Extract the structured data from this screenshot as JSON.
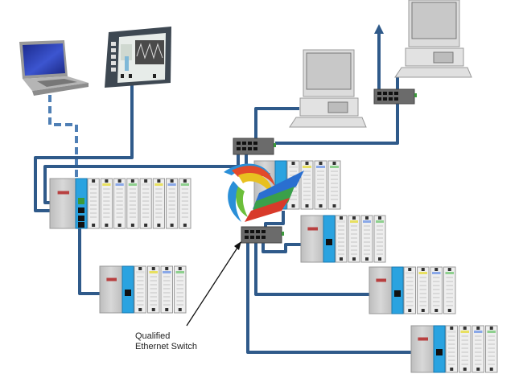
{
  "diagram": {
    "title": "Ethernet network topology of controllers, HMI and PCs",
    "annotation": {
      "line1": "Qualified",
      "line2": "Ethernet Switch"
    },
    "colors": {
      "cable": "#2f5a8a",
      "cable_dashed": "#4f7fb5",
      "rack_gray": "#c9c9c9",
      "module_white": "#eeeeee",
      "controller_blue": "#2aa3e0",
      "switch_gray": "#6b6b6b",
      "pc_gray": "#d4d4d4",
      "screen_blue": "#2c3fa8"
    },
    "nodes": [
      {
        "id": "laptop",
        "label": "Laptop"
      },
      {
        "id": "hmi",
        "label": "HMI Touch Panel"
      },
      {
        "id": "pc-1",
        "label": "Desktop PC"
      },
      {
        "id": "pc-2",
        "label": "Desktop PC"
      },
      {
        "id": "switch-top",
        "label": "Ethernet Switch"
      },
      {
        "id": "switch-right",
        "label": "Ethernet Switch"
      },
      {
        "id": "switch-qualified",
        "label": "Qualified Ethernet Switch"
      },
      {
        "id": "rack-main",
        "label": "Main Controller Rack"
      },
      {
        "id": "rack-center",
        "label": "Controller Rack"
      },
      {
        "id": "rack-io-1",
        "label": "I/O Rack"
      },
      {
        "id": "rack-io-2",
        "label": "I/O Rack"
      },
      {
        "id": "rack-io-3",
        "label": "I/O Rack"
      },
      {
        "id": "rack-io-4",
        "label": "I/O Rack"
      }
    ],
    "uplink_arrow": "up-arrow"
  }
}
